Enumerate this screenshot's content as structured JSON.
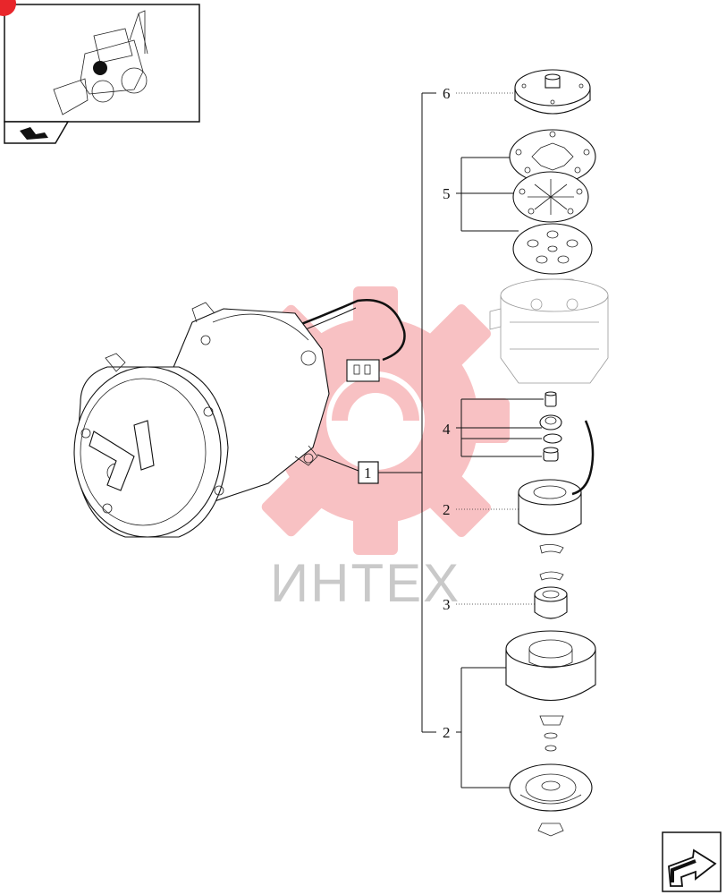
{
  "callouts": {
    "item_1": "1",
    "item_2_upper": "2",
    "item_2_lower": "2",
    "item_3": "3",
    "item_4": "4",
    "item_5": "5",
    "item_6": "6"
  },
  "watermark": {
    "text": "ИНТЕХ",
    "color": "#e8262b"
  },
  "navigation": {
    "thumbnail_icon": "backhoe-loader-thumbnail",
    "section_icon": "section-arrow-icon",
    "next_page_icon": "next-page-arrow-icon"
  }
}
